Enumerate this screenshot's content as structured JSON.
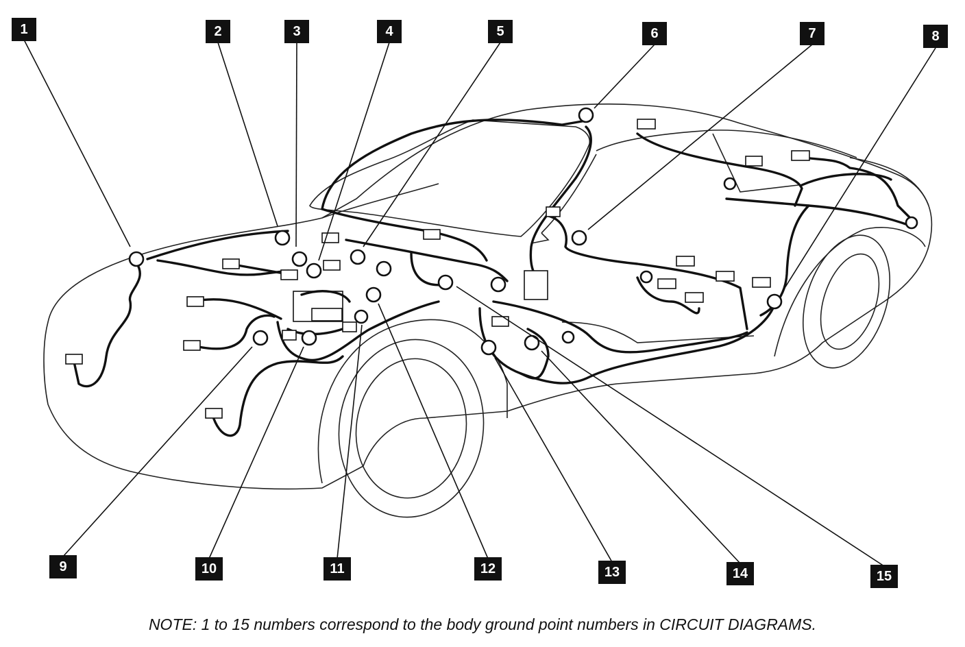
{
  "labels": [
    "1",
    "2",
    "3",
    "4",
    "5",
    "6",
    "7",
    "8",
    "9",
    "10",
    "11",
    "12",
    "13",
    "14",
    "15"
  ],
  "note": "NOTE:  1 to 15 numbers correspond to the body ground point numbers in CIRCUIT DIAGRAMS."
}
